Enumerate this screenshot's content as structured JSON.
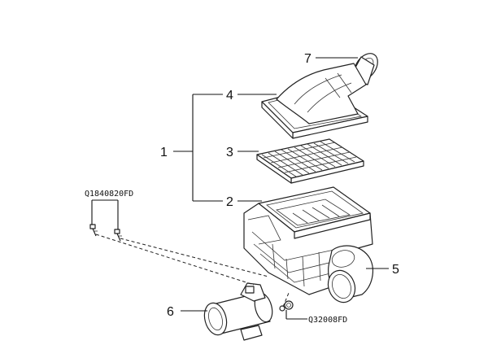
{
  "diagram": {
    "callouts": [
      {
        "id": "1",
        "label": "1"
      },
      {
        "id": "2",
        "label": "2"
      },
      {
        "id": "3",
        "label": "3"
      },
      {
        "id": "4",
        "label": "4"
      },
      {
        "id": "5",
        "label": "5"
      },
      {
        "id": "6",
        "label": "6"
      },
      {
        "id": "7",
        "label": "7"
      }
    ],
    "part_codes": {
      "bolt": "Q1840820FD",
      "nut": "Q32008FD"
    }
  }
}
